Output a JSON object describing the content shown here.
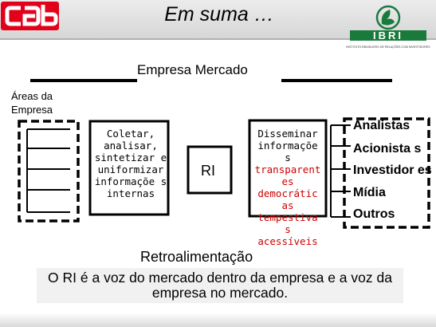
{
  "header": {
    "title": "Em suma …",
    "right_logo_text": "IBRI",
    "right_logo_tagline": "INSTITUTO BRASILEIRO DE RELAÇÕES COM INVESTIDORES"
  },
  "diagram": {
    "center_title": "Empresa Mercado",
    "left_label": "Áreas da Empresa",
    "collect_box": "Coletar, analisar, sintetizar e uniformizar informaçõe s internas",
    "ri_label": "RI",
    "dissem_lines": [
      {
        "text": "Disseminar",
        "color": "#000000"
      },
      {
        "text": "informaçõe",
        "color": "#000000"
      },
      {
        "text": "s",
        "color": "#000000"
      },
      {
        "text": "transparent",
        "color": "#cc0000"
      },
      {
        "text": "es",
        "color": "#cc0000"
      },
      {
        "text": "democrátic",
        "color": "#cc0000"
      },
      {
        "text": "as",
        "color": "#cc0000"
      },
      {
        "text": "tempestiva",
        "color": "#cc0000"
      },
      {
        "text": "s",
        "color": "#cc0000"
      },
      {
        "text": "acessíveis",
        "color": "#cc0000"
      }
    ],
    "stakeholders": [
      "Analistas",
      "Acionista s",
      "Investidor es",
      "Mídia",
      "Outros"
    ],
    "feedback": "Retroalimentação"
  },
  "summary": "O RI é a voz do mercado dentro da empresa e a voz da empresa no mercado.",
  "colors": {
    "accent_red": "#cc0000",
    "logo_red": "#e2001a",
    "logo_green": "#1a7a3c"
  }
}
